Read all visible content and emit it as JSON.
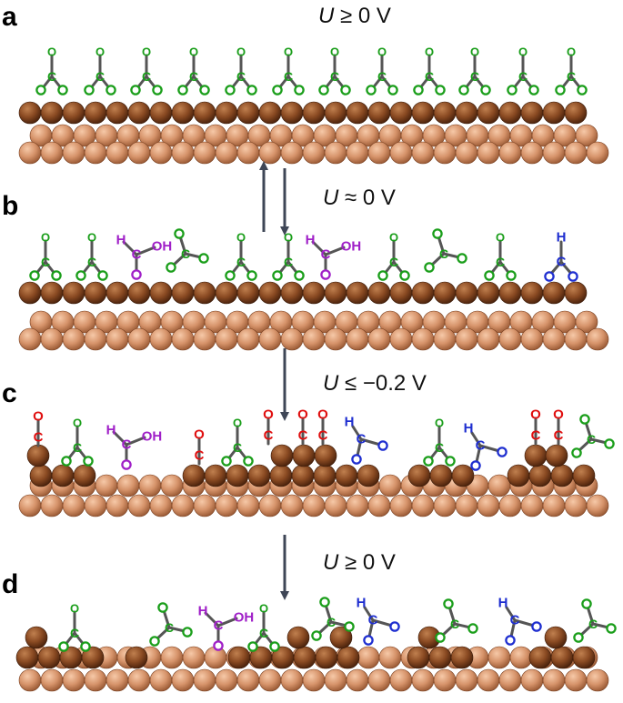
{
  "panels": [
    {
      "label": "a",
      "potential_var": "U",
      "potential_rel": "≥ 0 V"
    },
    {
      "label": "b",
      "potential_var": "U",
      "potential_rel": "≈ 0 V"
    },
    {
      "label": "c",
      "potential_var": "U",
      "potential_rel": "≤ −0.2 V"
    },
    {
      "label": "d",
      "potential_var": "U",
      "potential_rel": "≥ 0 V"
    }
  ],
  "atom_labels": {
    "oxygen": "O",
    "carbon": "C",
    "hydrogen": "H",
    "hydroxyl": "OH"
  },
  "colors": {
    "carbonate": "#1a9e1a",
    "carboxyl": "#a020c8",
    "formate": "#1f2fd0",
    "carbonyl": "#e01010",
    "bond": "#555555",
    "arrow": "#3e4656",
    "cu_surface": "#8a4a22",
    "cu_bulk": "#d6936a"
  }
}
